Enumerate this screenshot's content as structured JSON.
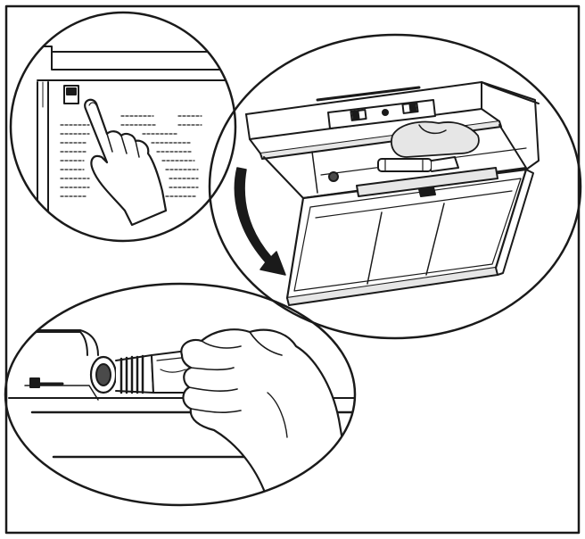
{
  "colors": {
    "ink": "#1a1a1a",
    "paper": "#ffffff",
    "shade": "#e6e6e6",
    "dark_shade": "#4a4a4a"
  },
  "panels": [
    {
      "name": "top-left",
      "depicts": "finger-pressing-switch"
    },
    {
      "name": "right",
      "depicts": "hood-filter-panel-swinging-down"
    },
    {
      "name": "bottom-left",
      "depicts": "hand-unscrewing-bulb"
    }
  ],
  "icons": [
    "finger-press-icon",
    "curved-arrow-icon",
    "light-bulb-icon"
  ]
}
